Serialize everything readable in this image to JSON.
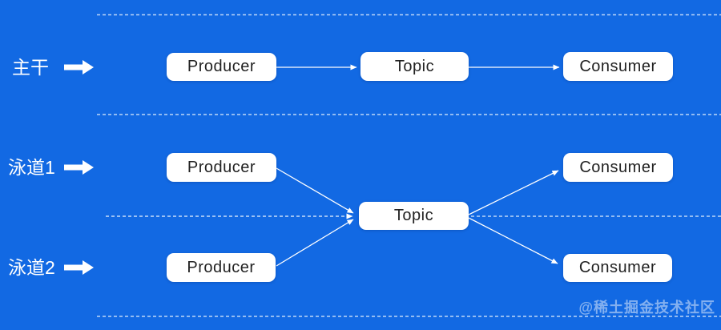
{
  "colors": {
    "background": "#1269e3",
    "node_fill": "#ffffff",
    "node_text": "#222222",
    "connector": "#ffffff",
    "dashed_line": "#e8f1fd",
    "lane_label_text": "#ffffff",
    "watermark_text": "rgba(255,255,255,0.48)"
  },
  "lanes": [
    {
      "label": "主干"
    },
    {
      "label": "泳道1"
    },
    {
      "label": "泳道2"
    }
  ],
  "nodes": [
    {
      "id": "producer-main",
      "label": "Producer"
    },
    {
      "id": "topic-main",
      "label": "Topic"
    },
    {
      "id": "consumer-main",
      "label": "Consumer"
    },
    {
      "id": "producer-lane1",
      "label": "Producer"
    },
    {
      "id": "consumer-lane1",
      "label": "Consumer"
    },
    {
      "id": "topic-shared",
      "label": "Topic"
    },
    {
      "id": "producer-lane2",
      "label": "Producer"
    },
    {
      "id": "consumer-lane2",
      "label": "Consumer"
    }
  ],
  "watermark": {
    "text": "@稀土掘金技术社区"
  }
}
